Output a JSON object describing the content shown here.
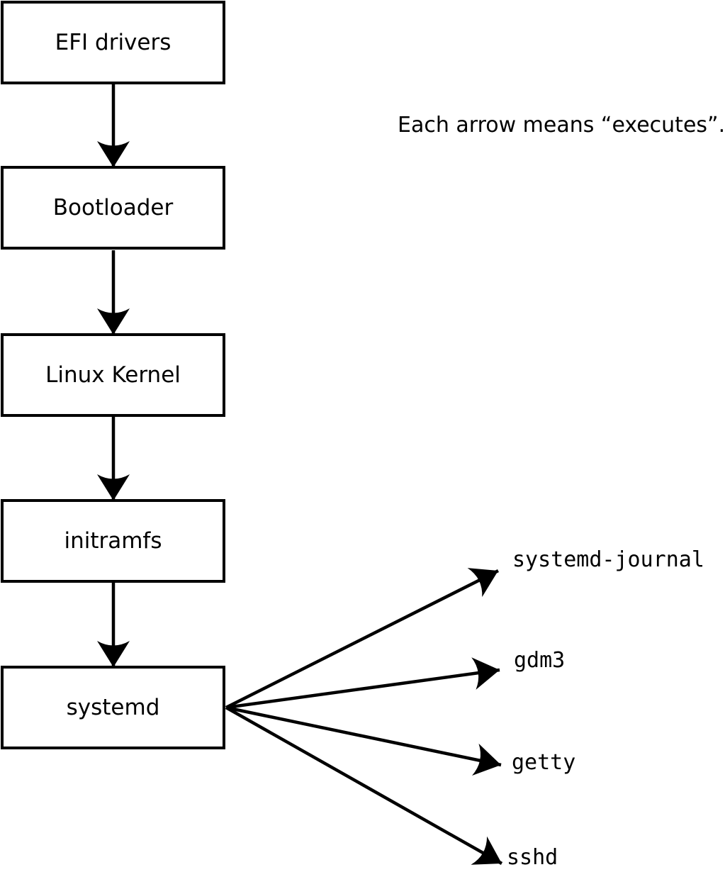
{
  "colors": {
    "ink": "#000000",
    "paper": "#ffffff"
  },
  "legend": {
    "text": "Each arrow means “executes”."
  },
  "boot_chain": [
    {
      "label": "EFI drivers"
    },
    {
      "label": "Bootloader"
    },
    {
      "label": "Linux Kernel"
    },
    {
      "label": "initramfs"
    },
    {
      "label": "systemd"
    }
  ],
  "spawned_processes": [
    {
      "label": "systemd-journal"
    },
    {
      "label": "gdm3"
    },
    {
      "label": "getty"
    },
    {
      "label": "sshd"
    }
  ]
}
